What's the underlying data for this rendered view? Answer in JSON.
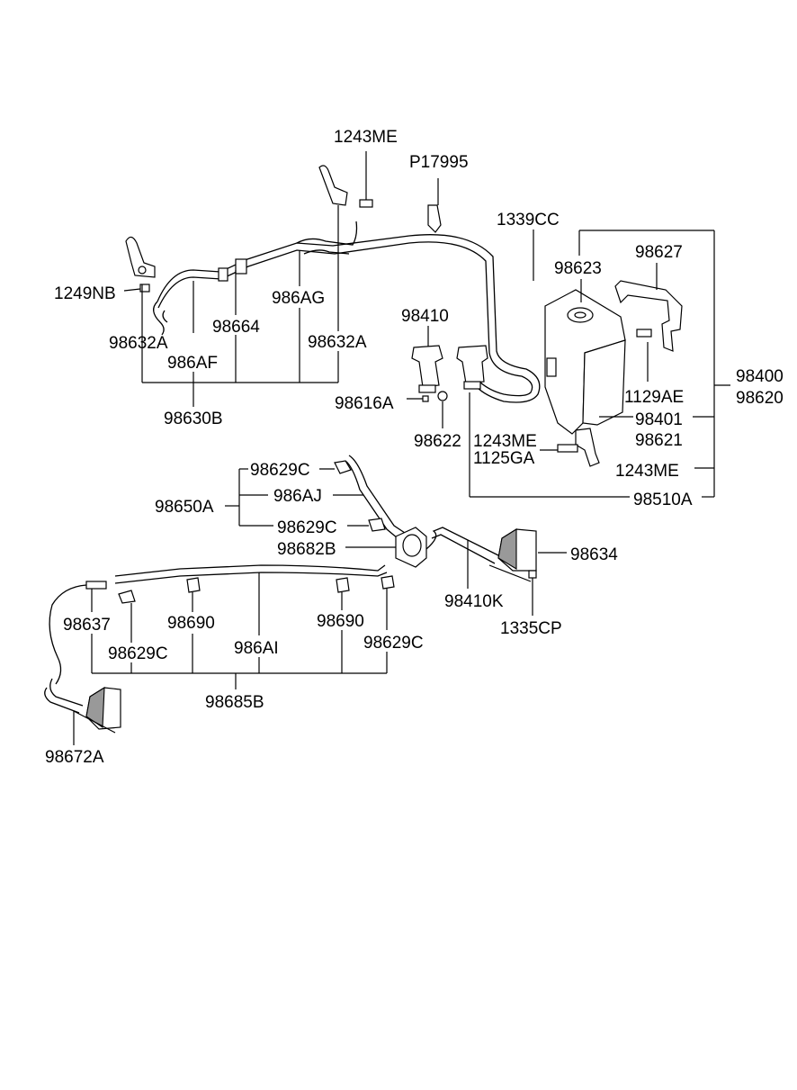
{
  "labels": {
    "p1243ME_top": "1243ME",
    "pP17995": "P17995",
    "p1339CC": "1339CC",
    "p98627": "98627",
    "p98623": "98623",
    "p1249NB": "1249NB",
    "p986AG": "986AG",
    "p98664": "98664",
    "p98632A_left": "98632A",
    "p98632A_right": "98632A",
    "p986AF": "986AF",
    "p98630B": "98630B",
    "p98410": "98410",
    "p98616A": "98616A",
    "p98622": "98622",
    "p1129AE": "1129AE",
    "p98400": "98400",
    "p98620": "98620",
    "p98401": "98401",
    "p98621": "98621",
    "p1243ME_mid": "1243ME",
    "p1125GA": "1125GA",
    "p1243ME_right": "1243ME",
    "p98510A": "98510A",
    "p98629C_a": "98629C",
    "p986AJ": "986AJ",
    "p98650A": "98650A",
    "p98629C_b": "98629C",
    "p98682B": "98682B",
    "p98634": "98634",
    "p98410K": "98410K",
    "p1335CP": "1335CP",
    "p98637": "98637",
    "p98690_a": "98690",
    "p98690_b": "98690",
    "p986AI": "986AI",
    "p98629C_c": "98629C",
    "p98629C_d": "98629C",
    "p98685B": "98685B",
    "p98672A": "98672A"
  }
}
